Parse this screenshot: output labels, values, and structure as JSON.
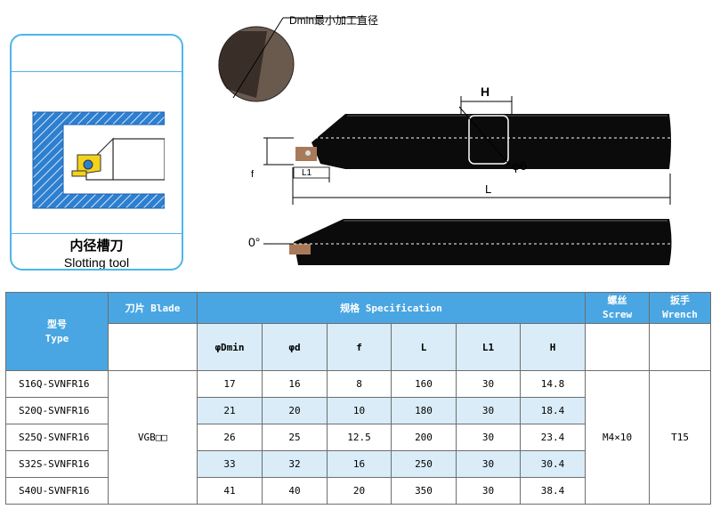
{
  "tool_card": {
    "title_cn": "内径槽刀",
    "title_en": "Slotting tool"
  },
  "drawing": {
    "dmin_label": "Dmin最小加工直径",
    "h_label": "H",
    "phi_label": "φ6",
    "f_label": "f",
    "l1_label": "L1",
    "l_label": "L",
    "angle_label": "0°"
  },
  "table": {
    "header": {
      "type_cn": "型号",
      "type_en": "Type",
      "blade": "刀片 Blade",
      "spec": "规格 Specification",
      "screw_cn": "螺丝",
      "screw_en": "Screw",
      "wrench_cn": "扳手",
      "wrench_en": "Wrench"
    },
    "subheaders": [
      "φDmin",
      "φd",
      "f",
      "L",
      "L1",
      "H"
    ],
    "blade_value": "VGB□□",
    "screw_value": "M4×10",
    "wrench_value": "T15",
    "rows": [
      {
        "model": "S16Q-SVNFR16",
        "dmin": "17",
        "d": "16",
        "f": "8",
        "L": "160",
        "L1": "30",
        "H": "14.8"
      },
      {
        "model": "S20Q-SVNFR16",
        "dmin": "21",
        "d": "20",
        "f": "10",
        "L": "180",
        "L1": "30",
        "H": "18.4"
      },
      {
        "model": "S25Q-SVNFR16",
        "dmin": "26",
        "d": "25",
        "f": "12.5",
        "L": "200",
        "L1": "30",
        "H": "23.4"
      },
      {
        "model": "S32S-SVNFR16",
        "dmin": "33",
        "d": "32",
        "f": "16",
        "L": "250",
        "L1": "30",
        "H": "30.4"
      },
      {
        "model": "S40U-SVNFR16",
        "dmin": "41",
        "d": "40",
        "f": "20",
        "L": "350",
        "L1": "30",
        "H": "38.4"
      }
    ]
  }
}
